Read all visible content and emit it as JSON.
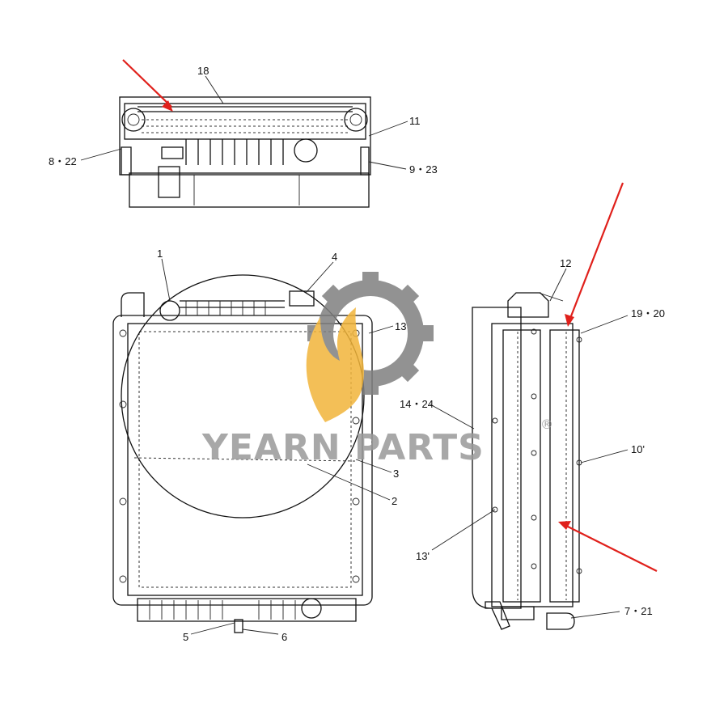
{
  "watermark": {
    "brand_text": "YEARN PARTS",
    "registered_mark": "®",
    "gear_color": "#808080",
    "flame_color": "#f2b53a"
  },
  "arrow_color": "#e0201b",
  "callouts": {
    "c18": "18",
    "c11": "11",
    "c8_22": "8・22",
    "c9_23": "9・23",
    "c1": "1",
    "c4": "4",
    "c13_top": "13",
    "c14_24": "14・24",
    "c3": "3",
    "c2": "2",
    "c5": "5",
    "c6": "6",
    "c12": "12",
    "c19_20": "19・20",
    "c10": "10'",
    "c13_side": "13'",
    "c7_21": "7・21"
  }
}
